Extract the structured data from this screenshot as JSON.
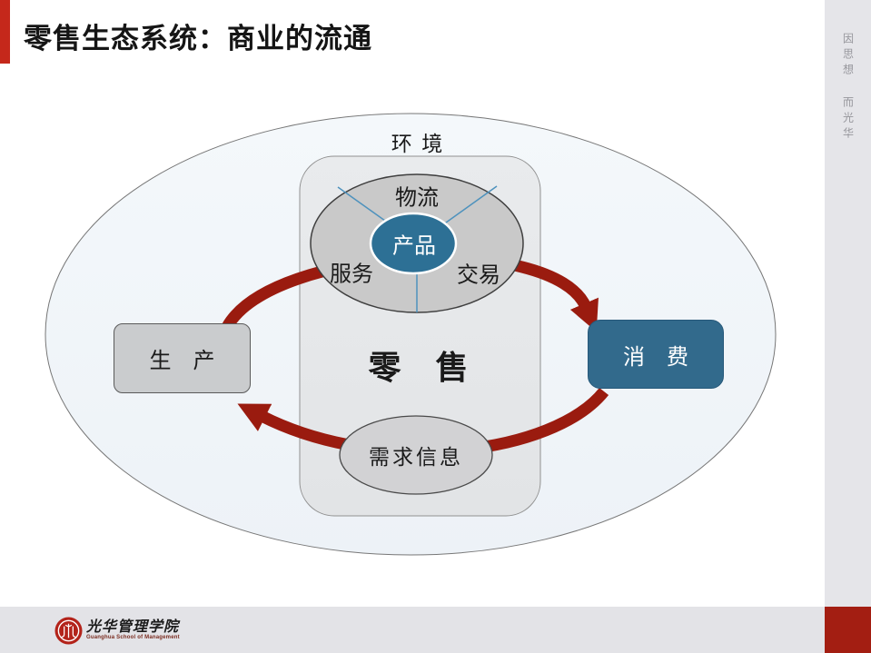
{
  "title": {
    "text": "零售生态系统：商业的流通"
  },
  "side_strip": {
    "motto": "因思想 而光华"
  },
  "footer": {
    "logo_cn": "光华管理学院",
    "logo_en": "Guanghua School of Management"
  },
  "diagram": {
    "environment_label": "环 境",
    "logistics_label": "物流",
    "service_label": "服务",
    "transaction_label": "交易",
    "product_label": "产品",
    "retail_label": "零　售",
    "demand_label": "需求信息",
    "production_label": "生　产",
    "consumption_label": "消　费",
    "colors": {
      "accent_red": "#c5281b",
      "arrow_red": "#9a1b0f",
      "corner_red": "#a31e12",
      "product_blue": "#2d7095",
      "consumption_blue": "#326a8c",
      "divider_blue": "#4e92bd",
      "environment_fill": "#f1f5f9",
      "panel_fill": "#e6e8ea",
      "pie_gray": "#c9c9c9"
    }
  }
}
